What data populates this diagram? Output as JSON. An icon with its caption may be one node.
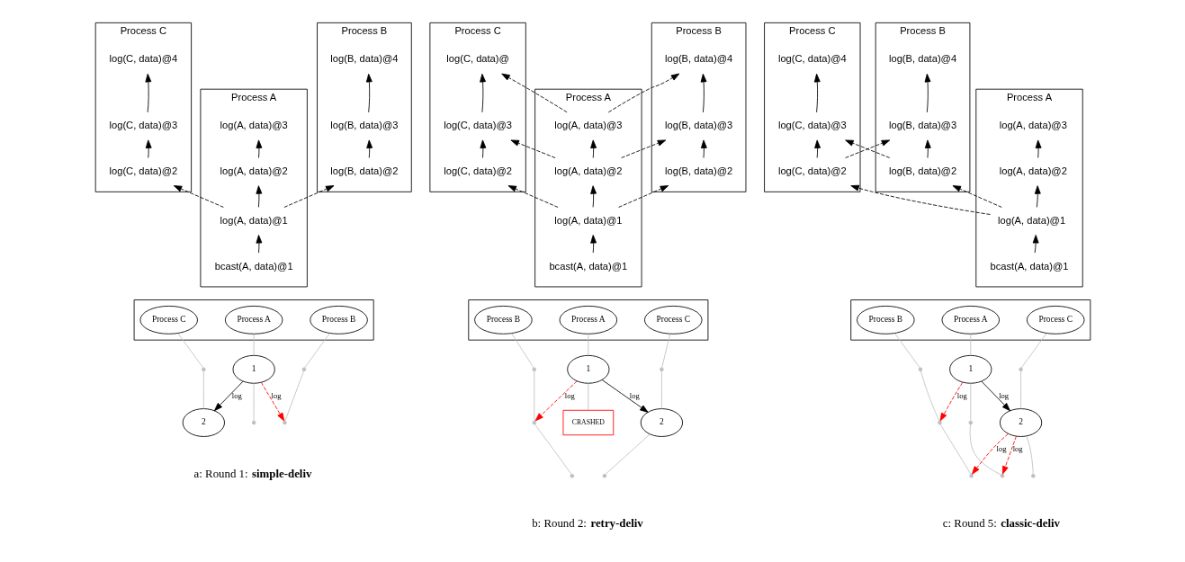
{
  "diagram": {
    "nodes": [
      {
        "text": [
          "Process B"
        ]
      },
      {
        "text": [
          "log(B, data)@4"
        ],
        "in": 0
      },
      {
        "text": [
          "log(B, data)@3"
        ],
        "in": 0
      },
      {
        "text": [
          "log(B, data)@2"
        ],
        "in": 0
      },
      {
        "text": [
          "Process A"
        ]
      },
      {
        "text": [
          "log(A, data)@3"
        ],
        "in": 4
      },
      {
        "text": [
          "log(A, data)@2"
        ],
        "in": 4
      },
      {
        "text": [
          "log(A, data)@1"
        ],
        "in": 4
      },
      {
        "text": [
          "bcast(A, data)@1"
        ],
        "in": 4
      },
      {
        "text": [
          "Process C"
        ]
      },
      {
        "text": [
          "log(C, data)@4"
        ],
        "in": 9
      },
      {
        "text": [
          "log(C, data)@3"
        ],
        "in": 9
      },
      {
        "text": [
          "log(C, data)@2"
        ],
        "in": 9
      },
      {
        "text": [],
        "shape": "box"
      },
      {
        "text": [
          "Process B"
        ],
        "in": 13
      },
      {
        "text": [
          "Process A"
        ],
        "in": 13
      },
      {
        "text": [
          "Process C"
        ],
        "in": 13
      },
      {
        "text": [],
        "shape": "dot"
      },
      {
        "text": [
          "1"
        ]
      },
      {
        "text": [],
        "shape": "dot"
      },
      {
        "text": [],
        "shape": "dot"
      },
      {
        "text": [],
        "shape": "dot"
      },
      {
        "text": [
          "2"
        ]
      },
      {
        "text": [
          "Process B"
        ]
      },
      {
        "text": [
          "log(B, data)@4"
        ],
        "in": 23
      },
      {
        "text": [
          "log(B, data)@3"
        ],
        "in": 23
      },
      {
        "text": [
          "log(B, data)@2"
        ],
        "in": 23
      },
      {
        "text": [
          "Process A"
        ]
      },
      {
        "text": [
          "log(A, data)@3"
        ],
        "in": 27
      },
      {
        "text": [
          "log(A, data)@2"
        ],
        "in": 27
      },
      {
        "text": [
          "log(A, data)@1"
        ],
        "in": 27
      },
      {
        "text": [
          "bcast(A, data)@1"
        ],
        "in": 27
      },
      {
        "text": [
          "Process C"
        ]
      },
      {
        "text": [
          "log(C, data)@"
        ],
        "in": 32
      },
      {
        "text": [
          "log(C, data)@3"
        ],
        "in": 32
      },
      {
        "text": [
          "log(C, data)@2"
        ],
        "in": 32
      },
      {
        "text": [],
        "shape": "box"
      },
      {
        "text": [
          "Process B"
        ],
        "in": 36
      },
      {
        "text": [
          "Process A"
        ],
        "in": 36
      },
      {
        "text": [
          "Process C"
        ],
        "in": 36
      },
      {
        "text": [],
        "shape": "dot"
      },
      {
        "text": [
          "1"
        ]
      },
      {
        "text": [],
        "shape": "dot"
      },
      {
        "text": [],
        "shape": "dot"
      },
      {
        "text": [
          "CRASHED"
        ]
      },
      {
        "text": [
          "2"
        ]
      },
      {
        "text": [],
        "shape": "dot"
      },
      {
        "text": [],
        "shape": "dot"
      },
      {
        "text": [
          "Process B"
        ]
      },
      {
        "text": [
          "log(B, data)@4"
        ],
        "in": 48
      },
      {
        "text": [
          "log(B, data)@3"
        ],
        "in": 48
      },
      {
        "text": [
          "log(B, data)@2"
        ],
        "in": 48
      },
      {
        "text": [
          "Process A"
        ]
      },
      {
        "text": [
          "log(A, data)@3"
        ],
        "in": 52
      },
      {
        "text": [
          "log(A, data)@2"
        ],
        "in": 52
      },
      {
        "text": [
          "log(A, data)@1"
        ],
        "in": 52
      },
      {
        "text": [
          "bcast(A, data)@1"
        ],
        "in": 52
      },
      {
        "text": [
          "Process C"
        ]
      },
      {
        "text": [
          "log(C, data)@4"
        ],
        "in": 57
      },
      {
        "text": [
          "log(C, data)@3"
        ],
        "in": 57
      },
      {
        "text": [
          "log(C, data)@2"
        ],
        "in": 57
      },
      {
        "text": [],
        "shape": "box"
      },
      {
        "text": [
          "Process B"
        ],
        "in": 61
      },
      {
        "text": [
          "Process A"
        ],
        "in": 61
      },
      {
        "text": [
          "Process C"
        ],
        "in": 61
      },
      {
        "text": [],
        "shape": "dot"
      },
      {
        "text": [
          "1"
        ]
      },
      {
        "text": [],
        "shape": "dot"
      },
      {
        "text": [],
        "shape": "dot"
      },
      {
        "text": [],
        "shape": "dot"
      },
      {
        "text": [
          "2"
        ]
      },
      {
        "text": [],
        "shape": "dot"
      },
      {
        "text": [],
        "shape": "dot"
      },
      {
        "text": [],
        "shape": "dot"
      }
    ],
    "edges": [
      {
        "from": 3,
        "to": 2,
        "arrow": "to"
      },
      {
        "from": 2,
        "to": 1,
        "arrow": "to"
      },
      {
        "from": 8,
        "to": 7,
        "arrow": "to"
      },
      {
        "from": 7,
        "to": 6,
        "arrow": "to"
      },
      {
        "from": 6,
        "to": 5,
        "arrow": "to"
      },
      {
        "from": 12,
        "to": 11,
        "arrow": "to"
      },
      {
        "from": 11,
        "to": 10,
        "arrow": "to"
      },
      {
        "from": 7,
        "to": 3,
        "arrow": "to",
        "style": "dashed"
      },
      {
        "from": 7,
        "to": 12,
        "arrow": "to",
        "style": "dashed"
      },
      {
        "from": 14,
        "to": 17,
        "arrow": "none",
        "color": "#bfbfbf"
      },
      {
        "from": 17,
        "to": 20,
        "arrow": "none",
        "color": "#bfbfbf"
      },
      {
        "from": 15,
        "to": 18,
        "arrow": "none",
        "color": "#bfbfbf"
      },
      {
        "from": 18,
        "to": 21,
        "arrow": "none",
        "color": "#bfbfbf"
      },
      {
        "from": 16,
        "to": 19,
        "arrow": "none",
        "color": "#bfbfbf"
      },
      {
        "from": 19,
        "to": 22,
        "arrow": "none",
        "color": "#bfbfbf"
      },
      {
        "from": 18,
        "to": 20,
        "arrow": "to",
        "label": "log",
        "style": "dashed",
        "color": "#ff0000"
      },
      {
        "from": 18,
        "to": 22,
        "arrow": "to",
        "label": "log"
      },
      {
        "from": 26,
        "to": 25,
        "arrow": "to"
      },
      {
        "from": 25,
        "to": 24,
        "arrow": "to"
      },
      {
        "from": 31,
        "to": 30,
        "arrow": "to"
      },
      {
        "from": 30,
        "to": 29,
        "arrow": "to"
      },
      {
        "from": 29,
        "to": 28,
        "arrow": "to"
      },
      {
        "from": 35,
        "to": 34,
        "arrow": "to"
      },
      {
        "from": 34,
        "to": 33,
        "arrow": "to"
      },
      {
        "from": 30,
        "to": 26,
        "arrow": "to",
        "style": "dashed"
      },
      {
        "from": 30,
        "to": 35,
        "arrow": "to",
        "style": "dashed"
      },
      {
        "from": 29,
        "to": 25,
        "arrow": "to",
        "style": "dashed"
      },
      {
        "from": 29,
        "to": 34,
        "arrow": "to",
        "style": "dashed"
      },
      {
        "from": 28,
        "to": 24,
        "arrow": "to",
        "style": "dashed"
      },
      {
        "from": 28,
        "to": 33,
        "arrow": "to",
        "style": "dashed"
      },
      {
        "from": 37,
        "to": 40,
        "arrow": "none",
        "color": "#bfbfbf"
      },
      {
        "from": 40,
        "to": 43,
        "arrow": "none",
        "color": "#bfbfbf"
      },
      {
        "from": 43,
        "to": 46,
        "arrow": "none",
        "color": "#bfbfbf"
      },
      {
        "from": 38,
        "to": 41,
        "arrow": "none",
        "color": "#bfbfbf"
      },
      {
        "from": 41,
        "to": 44,
        "arrow": "none",
        "color": "#bfbfbf"
      },
      {
        "from": 39,
        "to": 42,
        "arrow": "none",
        "color": "#bfbfbf"
      },
      {
        "from": 42,
        "to": 45,
        "arrow": "none",
        "color": "#bfbfbf"
      },
      {
        "from": 45,
        "to": 47,
        "arrow": "none",
        "color": "#bfbfbf"
      },
      {
        "from": 41,
        "to": 43,
        "arrow": "to",
        "label": "log",
        "style": "dashed",
        "color": "#ff0000"
      },
      {
        "from": 41,
        "to": 45,
        "arrow": "to",
        "label": "log"
      },
      {
        "from": 51,
        "to": 50,
        "arrow": "to"
      },
      {
        "from": 50,
        "to": 49,
        "arrow": "to"
      },
      {
        "from": 56,
        "to": 55,
        "arrow": "to"
      },
      {
        "from": 55,
        "to": 54,
        "arrow": "to"
      },
      {
        "from": 54,
        "to": 53,
        "arrow": "to"
      },
      {
        "from": 60,
        "to": 59,
        "arrow": "to"
      },
      {
        "from": 59,
        "to": 58,
        "arrow": "to"
      },
      {
        "from": 55,
        "to": 51,
        "arrow": "to",
        "style": "dashed"
      },
      {
        "from": 55,
        "to": 60,
        "arrow": "to",
        "style": "dashed"
      },
      {
        "from": 51,
        "to": 59,
        "arrow": "to",
        "style": "dashed"
      },
      {
        "from": 60,
        "to": 50,
        "arrow": "to",
        "style": "dashed"
      },
      {
        "from": 62,
        "to": 65,
        "arrow": "none",
        "color": "#bfbfbf"
      },
      {
        "from": 65,
        "to": 68,
        "arrow": "none",
        "color": "#bfbfbf"
      },
      {
        "from": 68,
        "to": 71,
        "arrow": "none",
        "color": "#bfbfbf"
      },
      {
        "from": 63,
        "to": 66,
        "arrow": "none",
        "color": "#bfbfbf"
      },
      {
        "from": 66,
        "to": 69,
        "arrow": "none",
        "color": "#bfbfbf"
      },
      {
        "from": 69,
        "to": 72,
        "arrow": "none",
        "color": "#bfbfbf"
      },
      {
        "from": 64,
        "to": 67,
        "arrow": "none",
        "color": "#bfbfbf"
      },
      {
        "from": 67,
        "to": 70,
        "arrow": "none",
        "color": "#bfbfbf"
      },
      {
        "from": 70,
        "to": 73,
        "arrow": "none",
        "color": "#bfbfbf"
      },
      {
        "from": 66,
        "to": 68,
        "arrow": "to",
        "label": "log",
        "style": "dashed",
        "color": "#ff0000"
      },
      {
        "from": 66,
        "to": 70,
        "arrow": "to",
        "label": "log"
      },
      {
        "from": 70,
        "to": 71,
        "arrow": "to",
        "label": "log",
        "style": "dashed",
        "color": "#ff0000"
      },
      {
        "from": 70,
        "to": 72,
        "arrow": "to",
        "label": "log",
        "style": "dashed",
        "color": "#ff0000"
      }
    ],
    "labels": [
      "a: Round 1: **simple-deliv**",
      "b: Round 2: **retry-deliv**",
      "c: Round 5: **classic-deliv**"
    ]
  }
}
